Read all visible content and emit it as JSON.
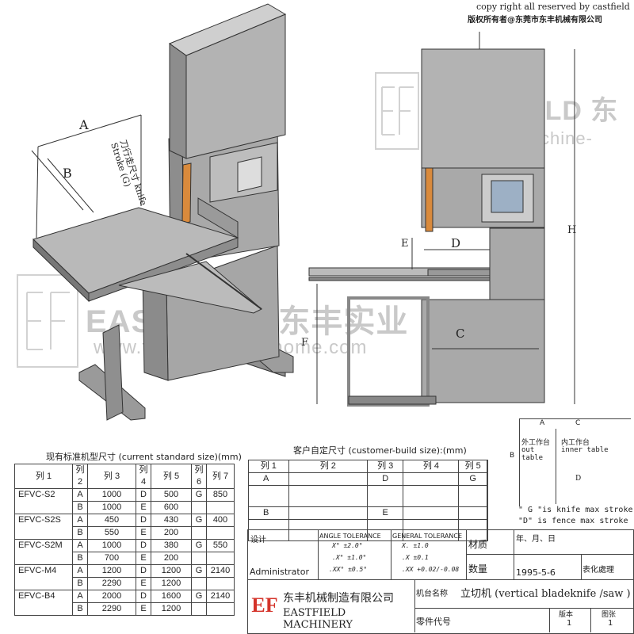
{
  "copyright": {
    "en": "copy right all reserved by castfield",
    "cn": "版权所有者@东莞市东丰机械有限公司"
  },
  "watermark": {
    "brand": "EASTFIELD 东丰实业",
    "url": "www.foammachine-home.com"
  },
  "dimension_labels": {
    "A": "A",
    "B": "B",
    "C": "C",
    "D": "D",
    "E": "E",
    "F": "F",
    "H": "H",
    "knife_stroke_cn": "刀行走尺寸",
    "knife_stroke_en": "knife Stroke",
    "knife_stroke_g": "(G)"
  },
  "inset": {
    "col_a": "A",
    "col_c": "C",
    "row_b": "B",
    "d_label": "D",
    "outer_table_cn": "外工作台",
    "outer_table_en": "out table",
    "inner_table_cn": "内工作台",
    "inner_table_en": "inner table",
    "note_g": "\" G \"is knife max stroke",
    "note_d": "\"D\" is fence  max stroke"
  },
  "standard_table": {
    "title": "现有标准机型尺寸 (current standard size)(mm)",
    "headers": [
      "列 1",
      "列 2",
      "列 3",
      "列 4",
      "列 5",
      "列 6",
      "列 7"
    ],
    "rows": [
      {
        "model": "EFVC-S2",
        "a": [
          "A",
          "1000",
          "D",
          "500",
          "G",
          "850"
        ],
        "b": [
          "B",
          "1000",
          "E",
          "600",
          "",
          ""
        ]
      },
      {
        "model": "EFVC-S2S",
        "a": [
          "A",
          "450",
          "D",
          "430",
          "G",
          "400"
        ],
        "b": [
          "B",
          "550",
          "E",
          "200",
          "",
          ""
        ]
      },
      {
        "model": "EFVC-S2M",
        "a": [
          "A",
          "1000",
          "D",
          "380",
          "G",
          "550"
        ],
        "b": [
          "B",
          "700",
          "E",
          "200",
          "",
          ""
        ]
      },
      {
        "model": "EFVC-M4",
        "a": [
          "A",
          "1200",
          "D",
          "1200",
          "G",
          "2140"
        ],
        "b": [
          "B",
          "2290",
          "E",
          "1200",
          "",
          ""
        ]
      },
      {
        "model": "EFVC-B4",
        "a": [
          "A",
          "2000",
          "D",
          "1600",
          "G",
          "2140"
        ],
        "b": [
          "B",
          "2290",
          "E",
          "1200",
          "",
          ""
        ]
      }
    ]
  },
  "custom_table": {
    "title": "客户自定尺寸 (customer-build size):(mm)",
    "headers": [
      "列 1",
      "列 2",
      "列 3",
      "列 4",
      "列 5",
      ""
    ],
    "rows": [
      [
        "A",
        "",
        "D",
        "",
        "G",
        ""
      ],
      [
        "",
        "",
        "",
        "",
        "",
        ""
      ],
      [
        "B",
        "",
        "E",
        "",
        "",
        ""
      ],
      [
        "",
        "",
        "",
        "",
        "",
        ""
      ]
    ]
  },
  "title_block": {
    "design_label": "设计",
    "designer": "Administrator",
    "angle_tol_title": "ANGLE TOLERANCE",
    "angle_tol": [
      "X°   ±2.0°",
      ".X°   ±1.0°",
      ".XX°  ±0.5°"
    ],
    "general_tol_title": "GENERAL TOLERANCE",
    "general_tol": [
      "X.    ±1.0",
      ".X    ±0.1",
      ".XX  +0.02/-0.08"
    ],
    "material_label": "材质",
    "date_label": "年、月、日",
    "date": "1995-5-6",
    "quantity_label": "数量",
    "surface_label": "表化處理",
    "company_cn": "东丰机械制造有限公司",
    "company_en": "EASTFIELD MACHINERY",
    "logo": "EF",
    "machine_name_label": "机台名称",
    "machine_name": "立切机 (vertical bladeknife /saw )",
    "part_code_label": "零件代号",
    "version_label": "版本",
    "version": "1",
    "sheet_label": "图张",
    "sheet": "1"
  }
}
